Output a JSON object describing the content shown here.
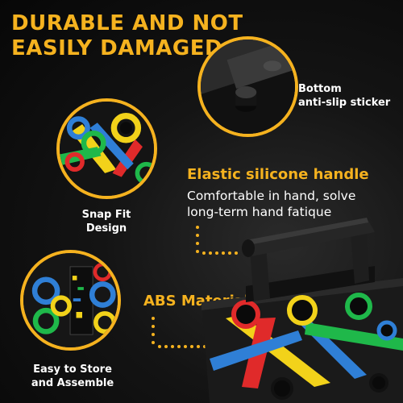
{
  "headline": [
    "DURABLE AND NOT",
    "EASILY DAMAGED"
  ],
  "callouts": {
    "bottom_sticker": [
      "Bottom",
      "anti-slip sticker"
    ],
    "snap_fit": [
      "Snap Fit",
      "Design"
    ],
    "store": [
      "Easy to Store",
      "and Assemble"
    ]
  },
  "features": {
    "handle_title": "Elastic silicone handle",
    "handle_desc": [
      "Comfortable in hand, solve",
      "long-term hand fatique"
    ],
    "abs_title": "ABS Material"
  },
  "colors": {
    "accent": "#f5b21f",
    "blue": "#2f7fd6",
    "green": "#1fb84a",
    "red": "#e02a2a",
    "yellow": "#f2d21a"
  }
}
